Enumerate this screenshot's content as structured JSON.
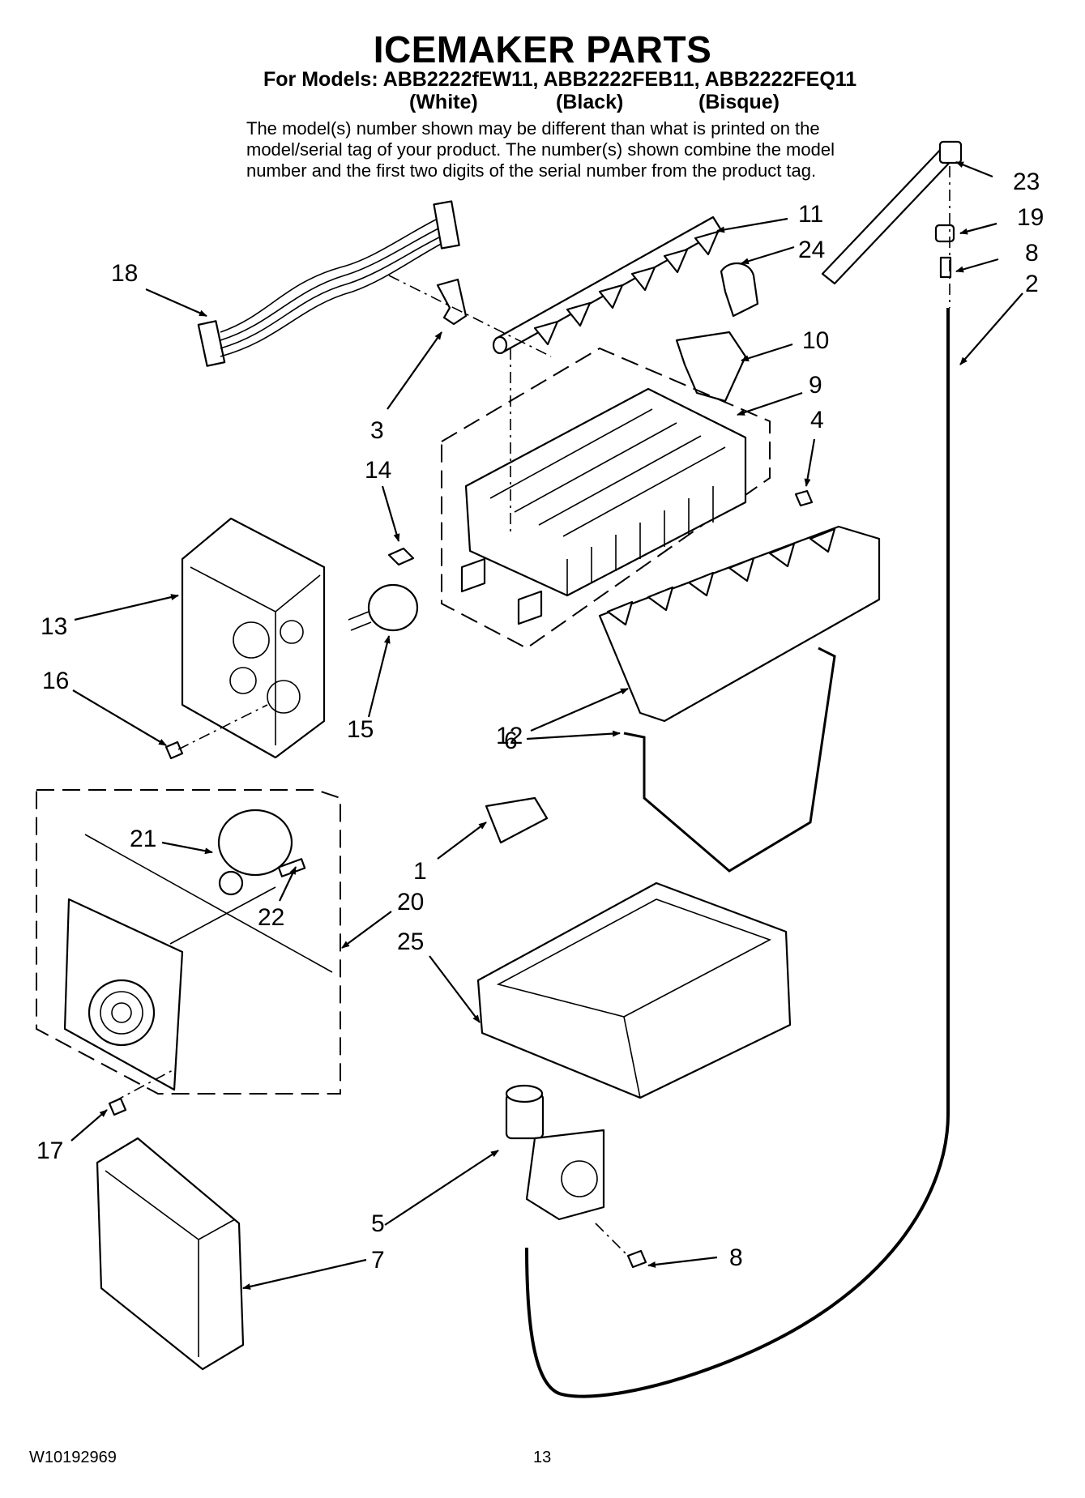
{
  "header": {
    "title": "ICEMAKER PARTS",
    "models_line": "For Models: ABB2222fEW11, ABB2222FEB11, ABB2222FEQ11",
    "colors": [
      "(White)",
      "(Black)",
      "(Bisque)"
    ],
    "disclaimer_lines": [
      "The model(s) number shown may be different than what is printed on the",
      "model/serial tag of your product. The number(s) shown combine the model",
      "number and the first two digits of the serial number from the product tag."
    ]
  },
  "callouts": {
    "c1": "1",
    "c2": "2",
    "c3": "3",
    "c4": "4",
    "c5": "5",
    "c6": "6",
    "c7": "7",
    "c8a": "8",
    "c8b": "8",
    "c9": "9",
    "c10": "10",
    "c11": "11",
    "c12": "12",
    "c13": "13",
    "c14": "14",
    "c15": "15",
    "c16": "16",
    "c17": "17",
    "c18": "18",
    "c19": "19",
    "c20": "20",
    "c21": "21",
    "c22": "22",
    "c23": "23",
    "c24": "24",
    "c25": "25"
  },
  "footer": {
    "doc_number": "W10192969",
    "page_number": "13"
  }
}
